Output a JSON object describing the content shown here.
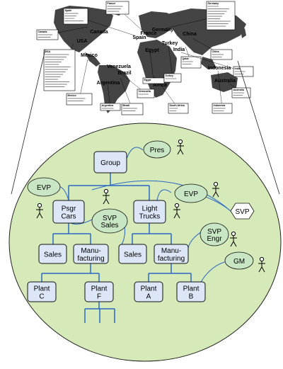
{
  "map": {
    "countries": [
      {
        "id": "canada",
        "label": "Canada"
      },
      {
        "id": "usa",
        "label": "USA"
      },
      {
        "id": "mexico",
        "label": "Mexico"
      },
      {
        "id": "venezuela",
        "label": "Venezuela"
      },
      {
        "id": "brazil",
        "label": "Brazil"
      },
      {
        "id": "argentina",
        "label": "Argentina"
      },
      {
        "id": "spain",
        "label": "Spain"
      },
      {
        "id": "france",
        "label": "France"
      },
      {
        "id": "germany",
        "label": "Germany"
      },
      {
        "id": "egypt",
        "label": "Egypt"
      },
      {
        "id": "turkey",
        "label": "Turkey"
      },
      {
        "id": "southafrica",
        "label": "South\nAfrica"
      },
      {
        "id": "china",
        "label": "China"
      },
      {
        "id": "india",
        "label": "India"
      },
      {
        "id": "indonesia",
        "label": "Indonesia"
      },
      {
        "id": "australia",
        "label": "Australia"
      }
    ],
    "callouts": [
      {
        "id": "canada",
        "title": "Canada"
      },
      {
        "id": "usa",
        "title": "USA"
      },
      {
        "id": "spain",
        "title": "Spain"
      },
      {
        "id": "france",
        "title": "France"
      },
      {
        "id": "mexico",
        "title": "Mexico"
      },
      {
        "id": "argentina",
        "title": "Argentina"
      },
      {
        "id": "brazil",
        "title": "Brazil"
      },
      {
        "id": "venezuela",
        "title": "Venezuela"
      },
      {
        "id": "egypt",
        "title": "Egypt"
      },
      {
        "id": "turkey",
        "title": "Turkey"
      },
      {
        "id": "qatar",
        "title": "Qatar"
      },
      {
        "id": "southafrica",
        "title": "South Africa"
      },
      {
        "id": "germany",
        "title": "Germany"
      },
      {
        "id": "china",
        "title": "China"
      },
      {
        "id": "india",
        "title": "India"
      },
      {
        "id": "indonesia",
        "title": "Indonesia"
      },
      {
        "id": "australia",
        "title": "Australia"
      }
    ]
  },
  "org": {
    "boxes": [
      {
        "id": "group",
        "label": "Group"
      },
      {
        "id": "psgr",
        "label": "Psgr\nCars"
      },
      {
        "id": "light",
        "label": "Light\nTrucks"
      },
      {
        "id": "sales1",
        "label": "Sales"
      },
      {
        "id": "manu1",
        "label": "Manu-\nfacturing"
      },
      {
        "id": "sales2",
        "label": "Sales"
      },
      {
        "id": "manu2",
        "label": "Manu-\nfacturing"
      },
      {
        "id": "plantc",
        "label": "Plant\nC"
      },
      {
        "id": "plantf",
        "label": "Plant\nF"
      },
      {
        "id": "planta",
        "label": "Plant\nA"
      },
      {
        "id": "plantb",
        "label": "Plant\nB"
      }
    ],
    "ovals": [
      {
        "id": "pres",
        "label": "Pres"
      },
      {
        "id": "evp1",
        "label": "EVP"
      },
      {
        "id": "evp2",
        "label": "EVP"
      },
      {
        "id": "svpsales",
        "label": "SVP\nSales"
      },
      {
        "id": "svpengr",
        "label": "SVP\nEngr"
      },
      {
        "id": "gm",
        "label": "GM"
      }
    ],
    "hexagon": {
      "id": "svp",
      "label": "SVP"
    }
  }
}
